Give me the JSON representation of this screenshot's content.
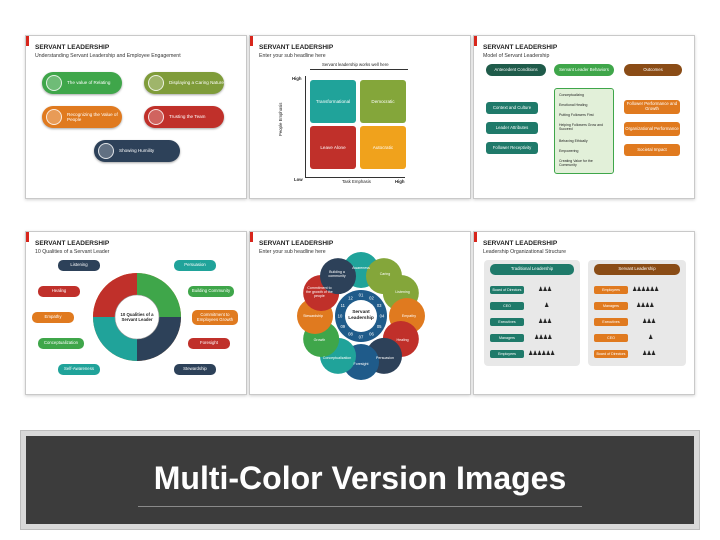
{
  "thumbnails": {
    "t1": {
      "title": "SERVANT LEADERSHIP",
      "subtitle": "Understanding Servant Leadership and Employee Engagement",
      "pills": [
        "The value of Relating",
        "Displaying a Caring Nature",
        "Recognizing the Value of People",
        "Trusting the Team",
        "Showing Humility"
      ],
      "colors": [
        "#3fa64a",
        "#7f9c3a",
        "#e07a1f",
        "#c0302a",
        "#2d4159"
      ]
    },
    "t2": {
      "title": "SERVANT LEADERSHIP",
      "subtitle": "Enter your sub headline here",
      "top_label": "Servant leadership works well here",
      "y_label": "People Emphasis",
      "x_label": "Task Emphasis",
      "high": "High",
      "low": "Low",
      "quadrants": [
        "Transformational",
        "Democratic",
        "Leave Alone",
        "Autocratic"
      ]
    },
    "t3": {
      "title": "SERVANT LEADERSHIP",
      "subtitle": "Model of Servant Leadership",
      "headers": [
        "Antecedent Conditions",
        "Servant Leader Behaviors",
        "Outcomes"
      ],
      "antecedents": [
        "Context and Culture",
        "Leader Attributes",
        "Follower Receptivity"
      ],
      "behaviors": [
        "Conceptualizing",
        "Emotional Healing",
        "Putting Followers First",
        "Helping Followers Grow and Succeed",
        "Behaving Ethically",
        "Empowering",
        "Creating Value for the Community"
      ],
      "outcomes": [
        "Follower Performance and Growth",
        "Organizational Performance",
        "Societal Impact"
      ]
    },
    "t4": {
      "title": "SERVANT LEADERSHIP",
      "subtitle": "10 Qualities of a Servant Leader",
      "center": "10 Qualities of a Servant Leader",
      "left": [
        "Listening",
        "Healing",
        "Empathy",
        "Conceptualization",
        "Self-Awareness"
      ],
      "right": [
        "Persuasion",
        "Building Community",
        "Commitment to Employees Growth",
        "Foresight",
        "Stewardship"
      ]
    },
    "t5": {
      "title": "SERVANT LEADERSHIP",
      "subtitle": "Enter your sub headline here",
      "center": "Servant Leadership",
      "petals": [
        "Awareness",
        "Caring",
        "Listening",
        "Empathy",
        "Healing",
        "Persuasion",
        "Foresight",
        "Conceptualization",
        "Growth",
        "Stewardship",
        "Commitment to the growth of the people",
        "Building a community"
      ],
      "numbers": [
        "01",
        "02",
        "03",
        "04",
        "05",
        "06",
        "07",
        "08",
        "09",
        "10",
        "11",
        "12"
      ]
    },
    "t6": {
      "title": "SERVANT LEADERSHIP",
      "subtitle": "Leadership Organizational Structure",
      "traditional_header": "Traditional Leadership",
      "servant_header": "Servant Leadership",
      "traditional": [
        "Board of Directors",
        "CEO",
        "Executives",
        "Managers",
        "Employees"
      ],
      "servant": [
        "Employees",
        "Managers",
        "Executives",
        "CEO",
        "Board of Directors"
      ]
    }
  },
  "banner": {
    "text": "Multi-Color Version Images"
  }
}
